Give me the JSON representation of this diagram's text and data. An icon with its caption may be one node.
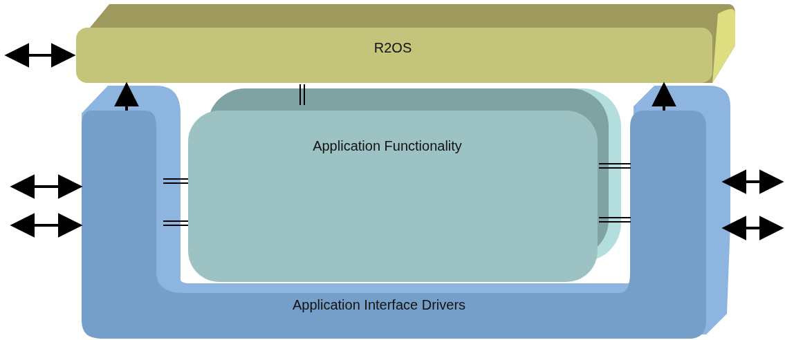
{
  "diagram": {
    "nodes": [
      {
        "text": [
          "R2OS"
        ]
      },
      {
        "text": [
          "Application Functionality"
        ]
      },
      {
        "text": [
          "Application Interface Drivers"
        ]
      }
    ],
    "edges": [
      {
        "from": null,
        "to": 0,
        "arrow": "both"
      },
      {
        "from": 2,
        "to": 0,
        "arrow": "to"
      },
      {
        "from": 2,
        "to": 0,
        "arrow": "to"
      },
      {
        "from": 0,
        "to": 1,
        "arrow": "none"
      },
      {
        "from": 1,
        "to": 2,
        "arrow": "none"
      },
      {
        "from": 1,
        "to": 2,
        "arrow": "none"
      },
      {
        "from": 1,
        "to": 2,
        "arrow": "none"
      },
      {
        "from": 1,
        "to": 2,
        "arrow": "none"
      },
      {
        "from": null,
        "to": 2,
        "arrow": "both"
      },
      {
        "from": null,
        "to": 2,
        "arrow": "both"
      },
      {
        "from": null,
        "to": 2,
        "arrow": "both"
      },
      {
        "from": null,
        "to": 2,
        "arrow": "both"
      }
    ]
  }
}
